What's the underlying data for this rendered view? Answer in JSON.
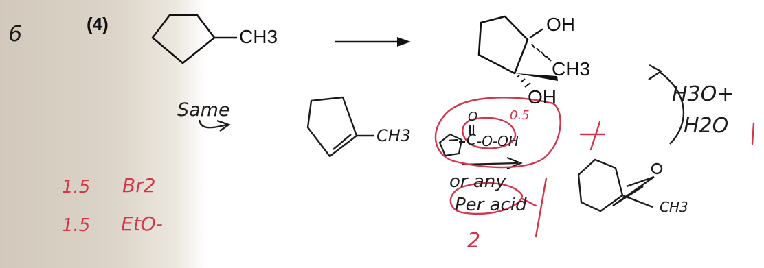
{
  "problem": {
    "number": "6",
    "part": "(4)",
    "start_label": "CH3",
    "product_oh_top": "OH",
    "product_ch3": "CH3",
    "product_oh_bottom": "OH"
  },
  "notes": {
    "same": "Same",
    "alkene_label": "CH3",
    "step2_reagent_1": "H3O+",
    "step2_reagent_2": "H2O",
    "peracid_carbonyl_o": "O",
    "peracid_c": "C",
    "peracid_tail": "-O-OH",
    "or_any": "or any",
    "peracid": "Per acid",
    "epoxide_label": "CH3"
  },
  "grading": {
    "score_br2": "1.5",
    "reagent_br2": "Br2",
    "score_eto": "1.5",
    "reagent_eto": "EtO-",
    "score_peracid_top": "0.5",
    "score_two": "2",
    "score_one": "1"
  },
  "colors": {
    "ink": "#1c1c1c",
    "print": "#111111",
    "red_ink": "#d3364a",
    "paper": "#d8d0c4"
  }
}
